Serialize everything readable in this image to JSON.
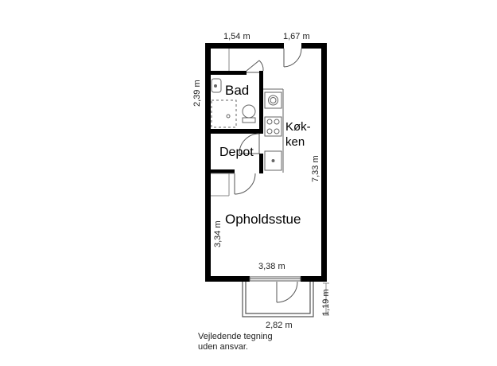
{
  "rooms": {
    "bathroom": "Bad",
    "kitchen_line1": "Køk-",
    "kitchen_line2": "ken",
    "storage": "Depot",
    "living_room": "Opholdsstue"
  },
  "dimensions": {
    "top_left_width": "1,54 m",
    "top_right_width": "1,67 m",
    "bathroom_height": "2,39 m",
    "total_height": "7,33 m",
    "living_height": "3,34 m",
    "living_width": "3,38 m",
    "balcony_height": "1,19 m",
    "balcony_width": "2,82 m"
  },
  "disclaimer": {
    "line1": "Vejledende tegning",
    "line2": "uden ansvar."
  }
}
